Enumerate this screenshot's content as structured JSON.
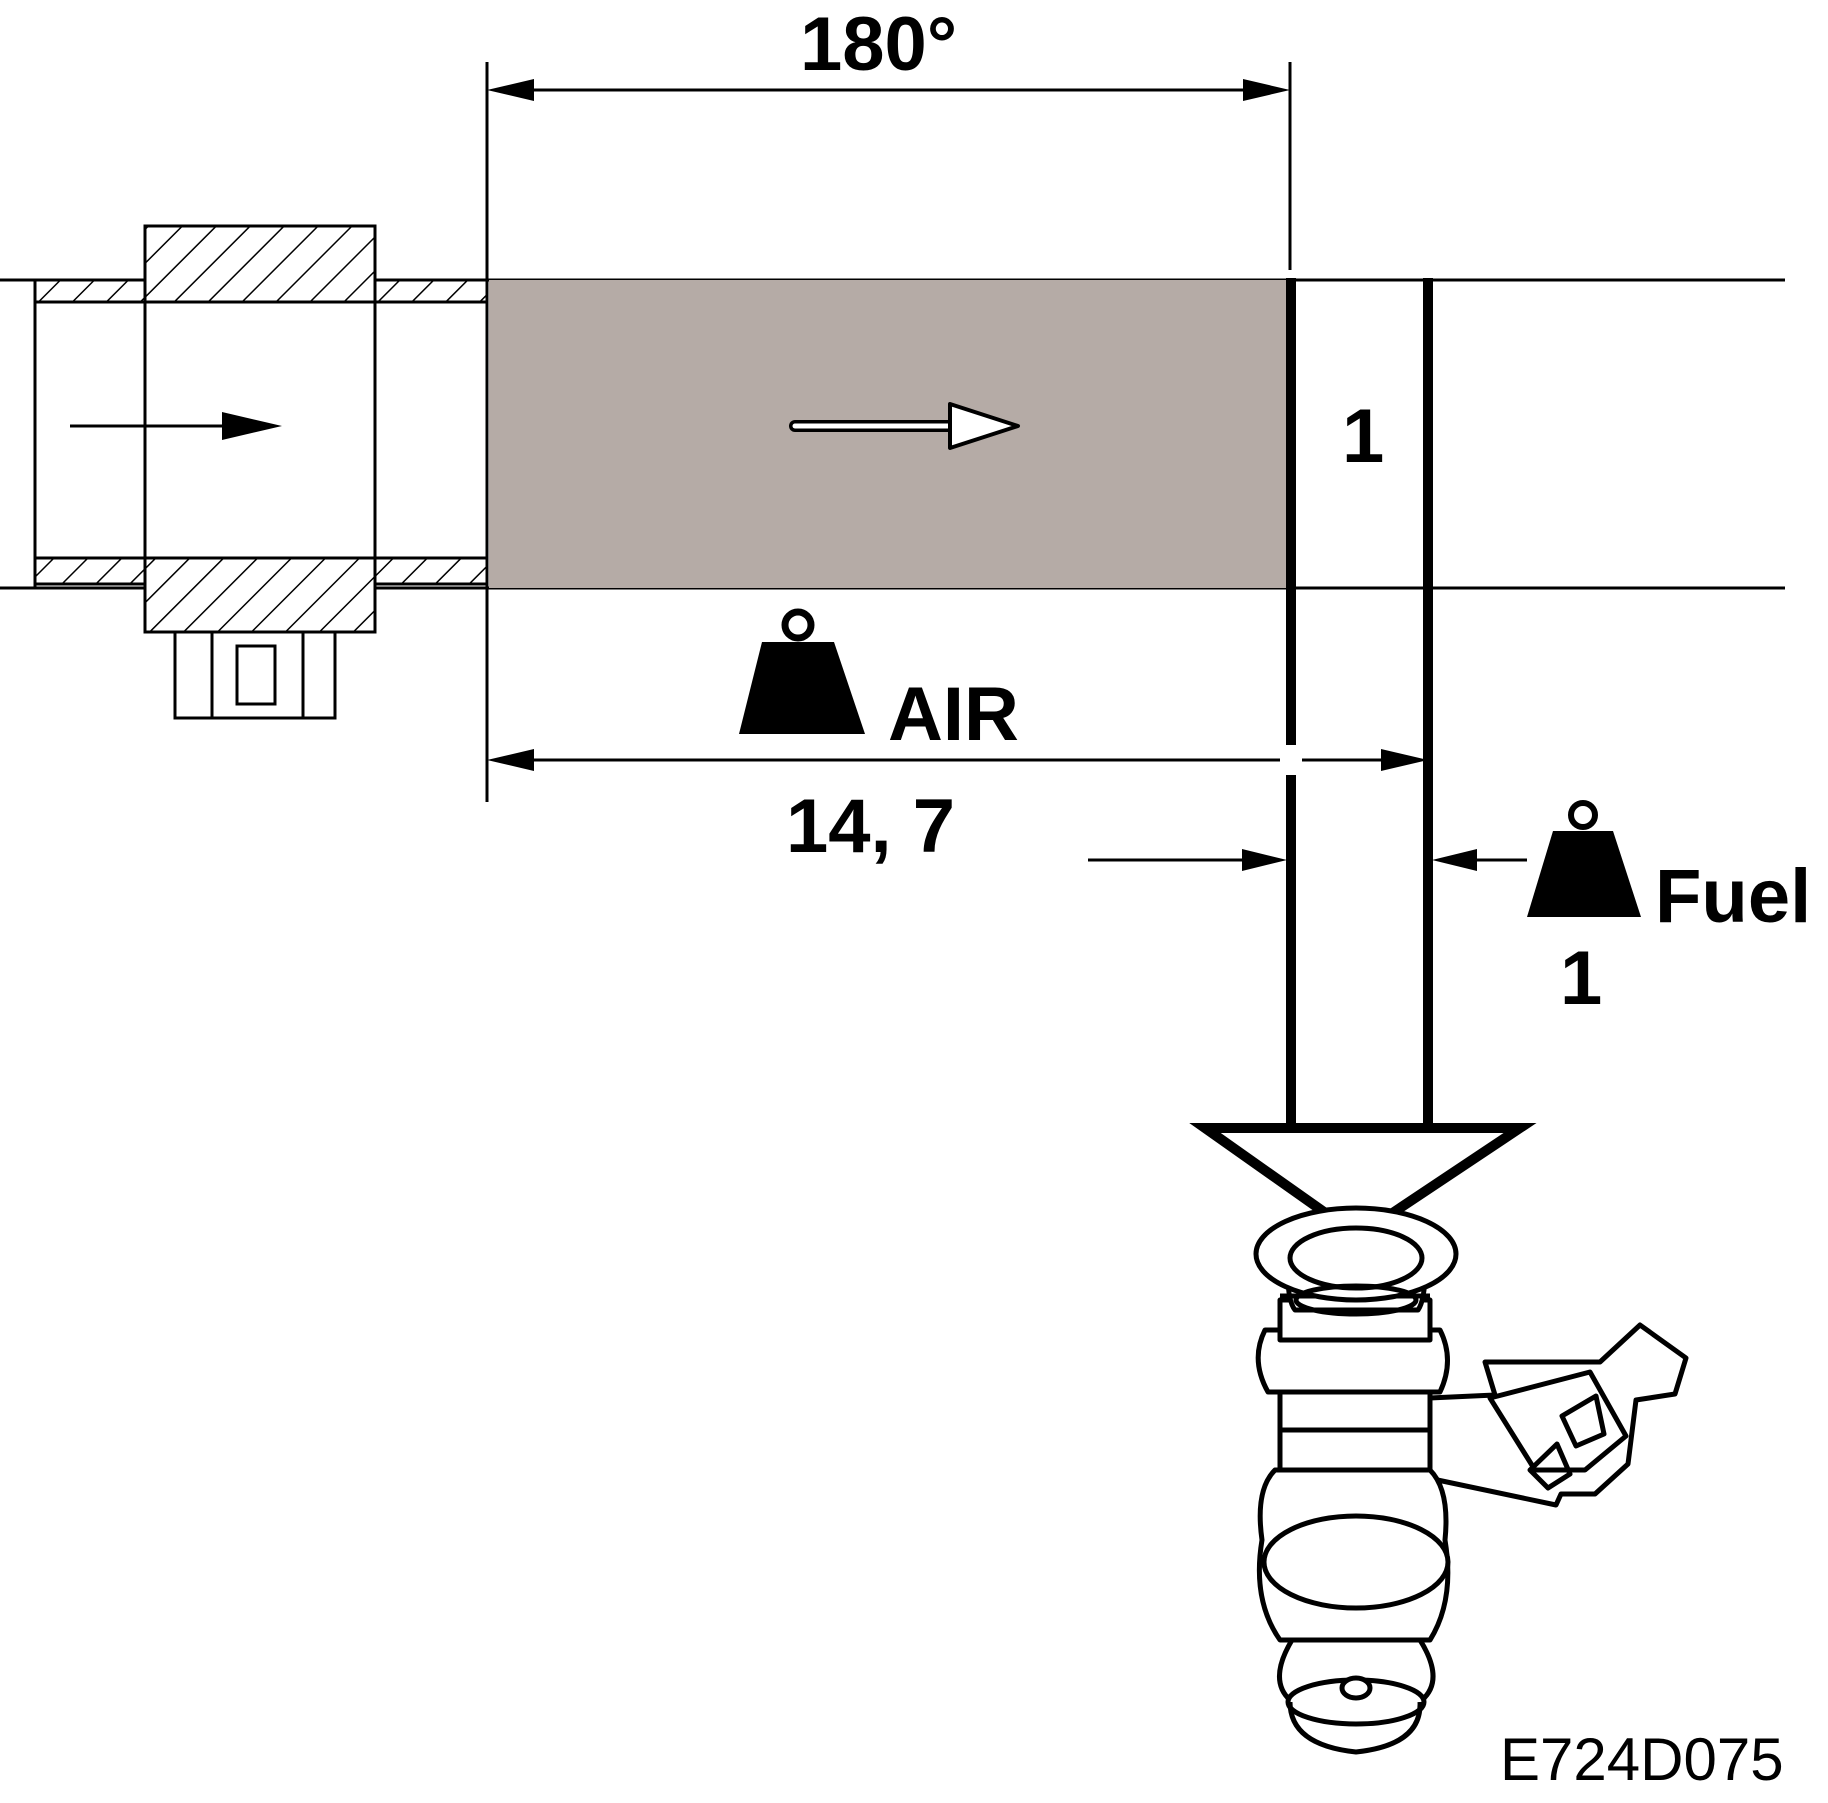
{
  "labels": {
    "angle": "180°",
    "cylinder_number": "1",
    "air": "AIR",
    "ratio": "14, 7",
    "fuel": "Fuel",
    "fuel_ratio": "1",
    "figure_id": "E724D075"
  },
  "colors": {
    "air_charge_fill": "#b5aba6",
    "line": "#000000",
    "background": "#ffffff"
  },
  "icons": [
    "mass-weight-icon",
    "fuel-injector-icon",
    "air-mass-sensor-icon"
  ]
}
